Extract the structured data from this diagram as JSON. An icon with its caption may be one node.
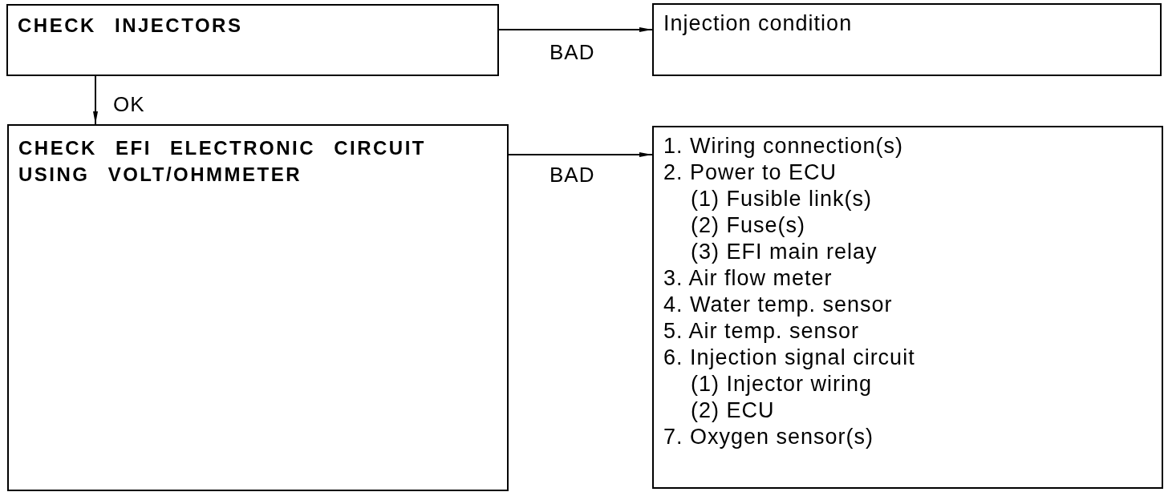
{
  "diagram": {
    "nodes": [
      {
        "text": [
          "CHECK INJECTORS"
        ]
      },
      {
        "text": [
          "Injection condition"
        ]
      },
      {
        "text": [
          "CHECK EFI ELECTRONIC CIRCUIT USING VOLT/OHMMETER"
        ]
      },
      {
        "text": [
          "1. Wiring connection(s)",
          "2. Power to ECU",
          "(1) Fusible link(s)",
          "(2) Fuse(s)",
          "(3) EFI main relay",
          "3. Air flow meter",
          "4. Water temp. sensor",
          "5. Air temp. sensor",
          "6. Injection signal circuit",
          "(1) Injector wiring",
          "(2) ECU",
          "7. Oxygen sensor(s)"
        ]
      }
    ],
    "edges": [
      {
        "from": 0,
        "to": 1,
        "arrow": "to",
        "label": "BAD"
      },
      {
        "from": 0,
        "to": 2,
        "arrow": "to",
        "label": "OK"
      },
      {
        "from": 2,
        "to": 3,
        "arrow": "to",
        "label": "BAD"
      }
    ]
  }
}
